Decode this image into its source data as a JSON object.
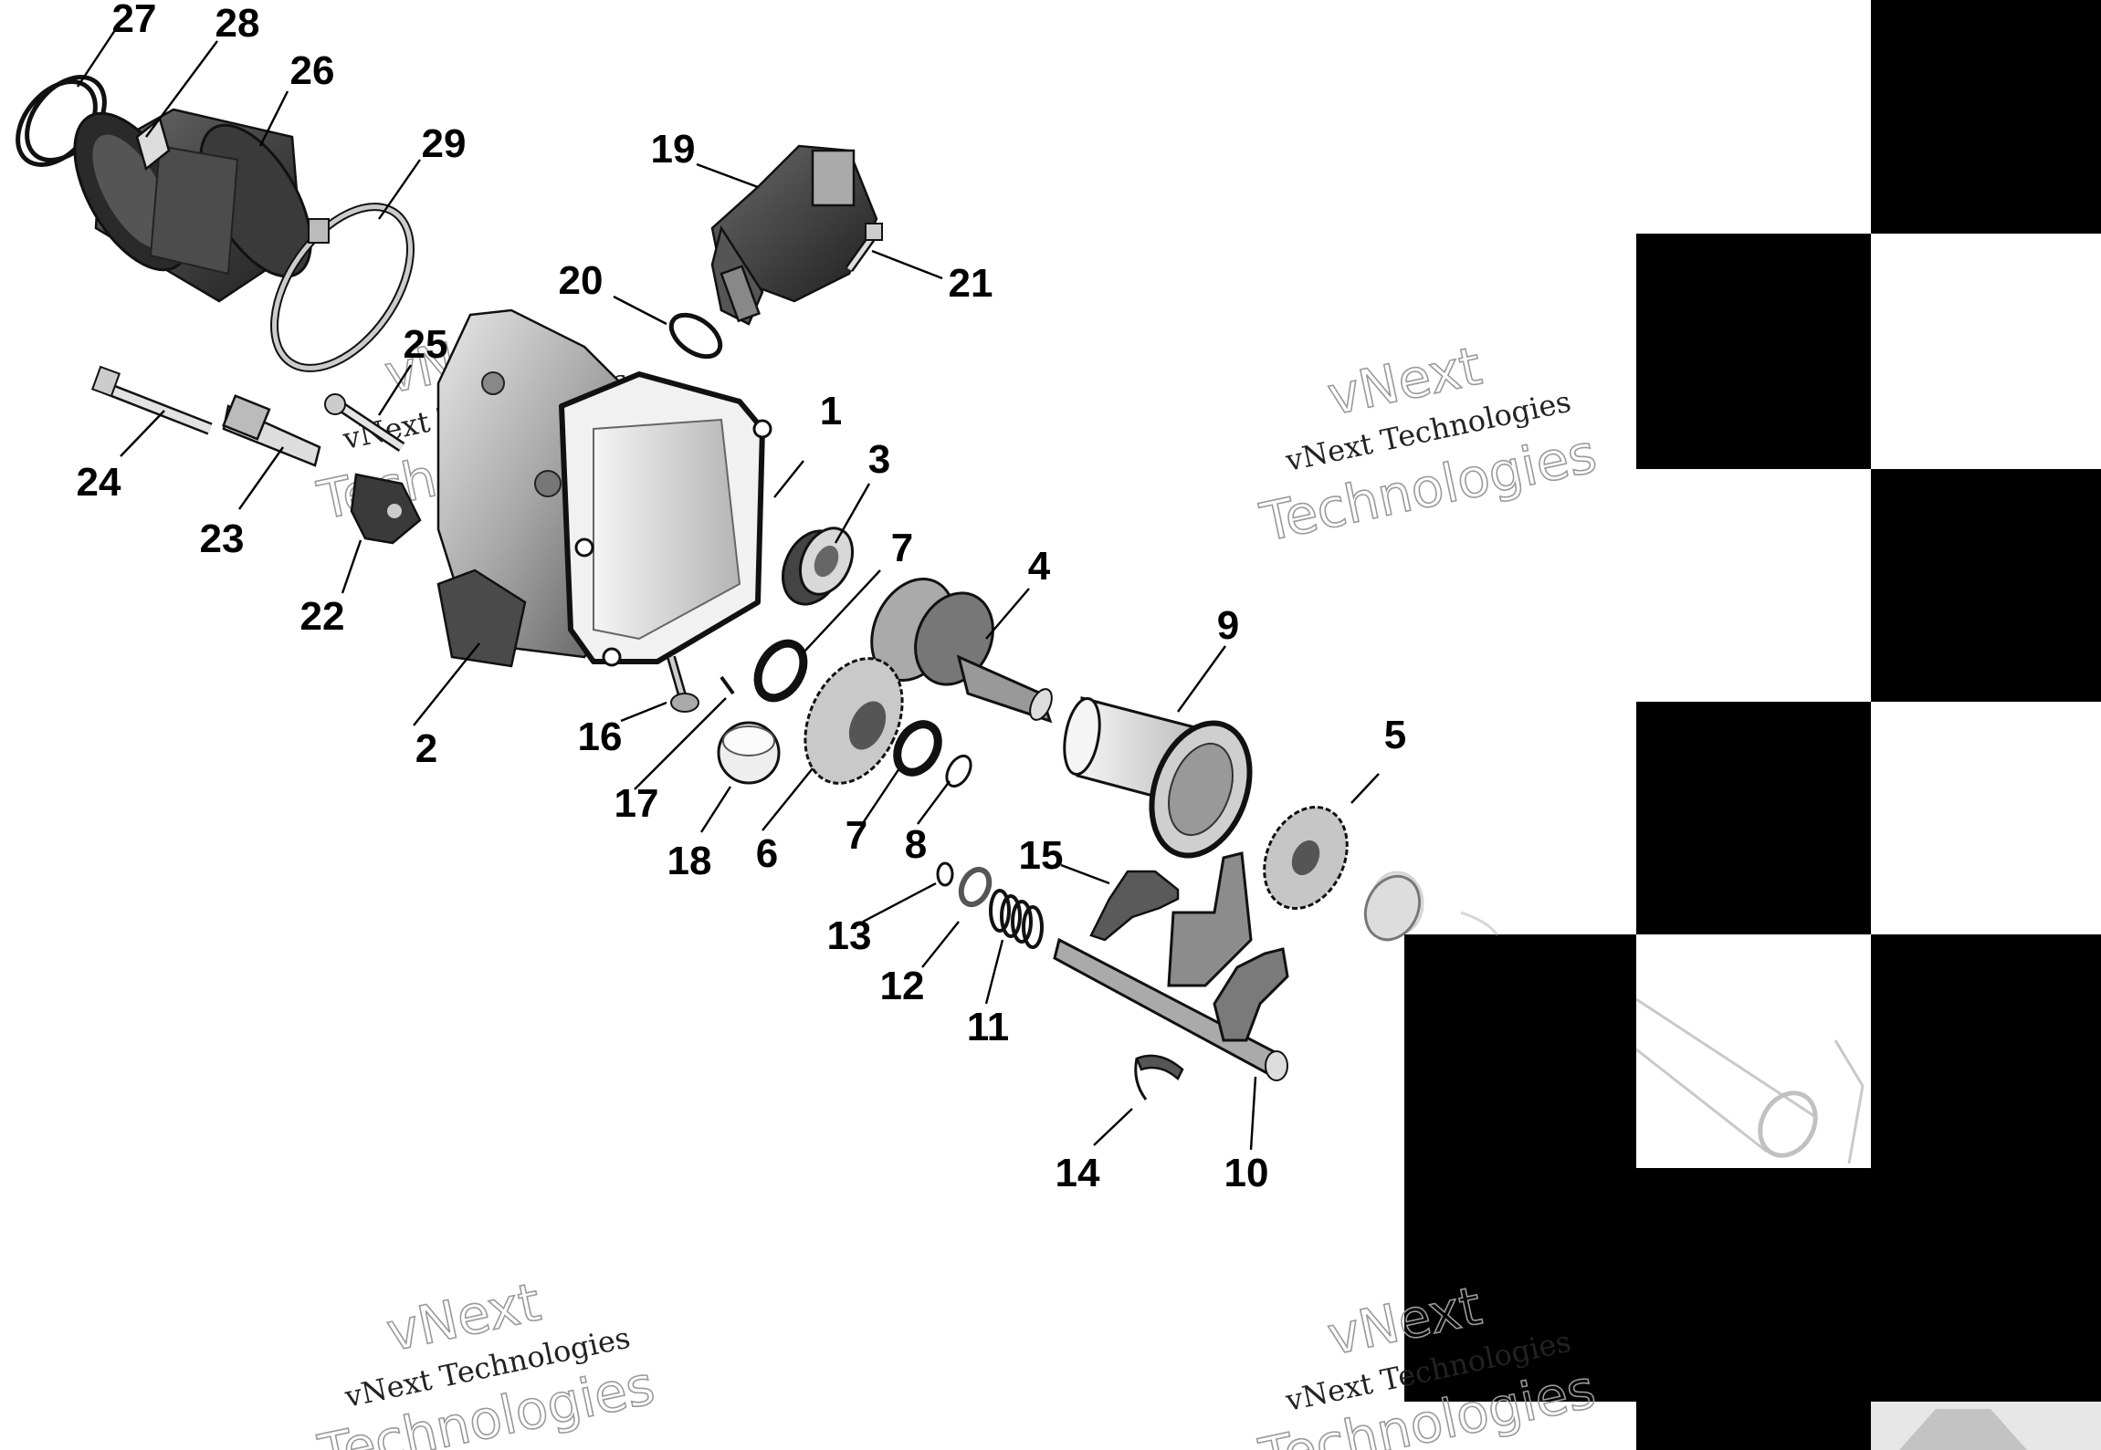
{
  "callouts": {
    "c1": "1",
    "c2": "2",
    "c3": "3",
    "c4": "4",
    "c5": "5",
    "c6": "6",
    "c7a": "7",
    "c7b": "7",
    "c8": "8",
    "c9": "9",
    "c10": "10",
    "c11": "11",
    "c12": "12",
    "c13": "13",
    "c14": "14",
    "c15": "15",
    "c16": "16",
    "c17": "17",
    "c18": "18",
    "c19": "19",
    "c20": "20",
    "c21": "21",
    "c22": "22",
    "c23": "23",
    "c24": "24",
    "c25": "25",
    "c26": "26",
    "c27": "27",
    "c28": "28",
    "c29": "29"
  },
  "watermark": {
    "line1": "vNext Technologies",
    "brand": "vNext",
    "word": "Technologies"
  },
  "colors": {
    "part_dark": "#3a3a3a",
    "part_mid": "#8c8c8c",
    "part_light": "#d9d9d9",
    "block": "#000000",
    "background": "#ffffff"
  }
}
